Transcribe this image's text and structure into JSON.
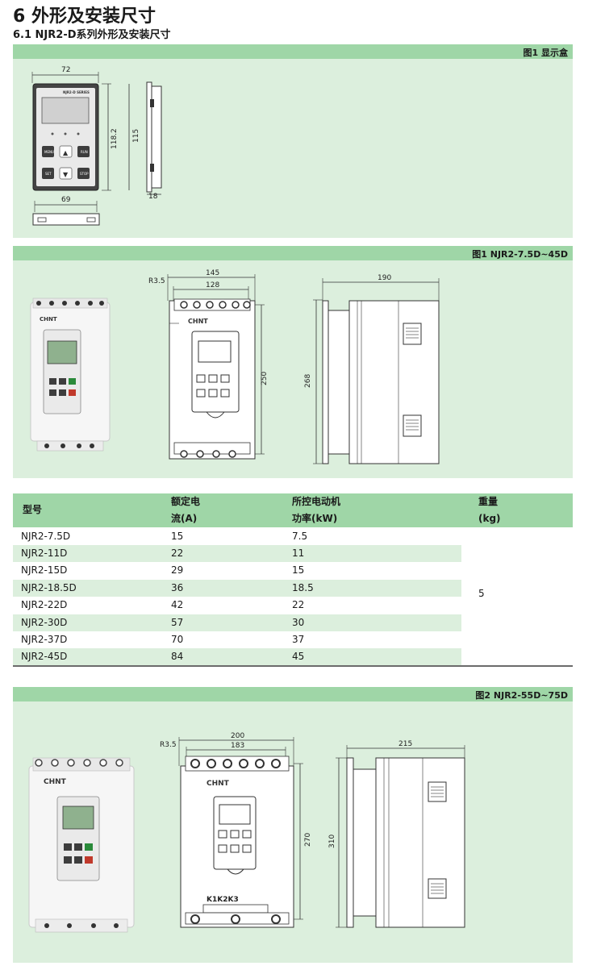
{
  "heading": "6 外形及安装尺寸",
  "subheading": "6.1 NJR2-D系列外形及安装尺寸",
  "section1": {
    "caption": "图1 显示盒",
    "dims": {
      "top_width": "72",
      "height_outer": "118.2",
      "height_inner": "115",
      "bottom_width": "69",
      "depth": "18"
    },
    "panel_brand": "NJR2-D SERIES",
    "keys": [
      "MENU",
      "▲",
      "RUN",
      "SET",
      "▼",
      "STOP"
    ]
  },
  "section2": {
    "caption": "图1 NJR2-7.5D~45D",
    "dims": {
      "corner": "R3.5",
      "outer_width": "145",
      "inner_width": "128",
      "inner_height": "250",
      "outer_height": "268",
      "depth": "190"
    },
    "brand": "CHNT"
  },
  "table": {
    "headers": {
      "model": "型号",
      "current_line1": "额定电",
      "current_line2": "流(A)",
      "power_line1": "所控电动机",
      "power_line2": "功率(kW)",
      "weight_line1": "重量",
      "weight_line2": "(kg)"
    },
    "rows": [
      {
        "model": "NJR2-7.5D",
        "current": "15",
        "power": "7.5"
      },
      {
        "model": "NJR2-11D",
        "current": "22",
        "power": "11"
      },
      {
        "model": "NJR2-15D",
        "current": "29",
        "power": "15"
      },
      {
        "model": "NJR2-18.5D",
        "current": "36",
        "power": "18.5"
      },
      {
        "model": "NJR2-22D",
        "current": "42",
        "power": "22"
      },
      {
        "model": "NJR2-30D",
        "current": "57",
        "power": "30"
      },
      {
        "model": "NJR2-37D",
        "current": "70",
        "power": "37"
      },
      {
        "model": "NJR2-45D",
        "current": "84",
        "power": "45"
      }
    ],
    "weight": "5"
  },
  "section3": {
    "caption": "图2 NJR2-55D~75D",
    "dims": {
      "corner": "R3.5",
      "outer_width": "200",
      "inner_width": "183",
      "inner_height": "270",
      "outer_height": "310",
      "depth": "215"
    },
    "terminal_label": "K1K2K3",
    "brand": "CHNT"
  },
  "colors": {
    "band": "#9fd6a7",
    "panel": "#dcefdd",
    "rule": "#6b6b6b"
  }
}
